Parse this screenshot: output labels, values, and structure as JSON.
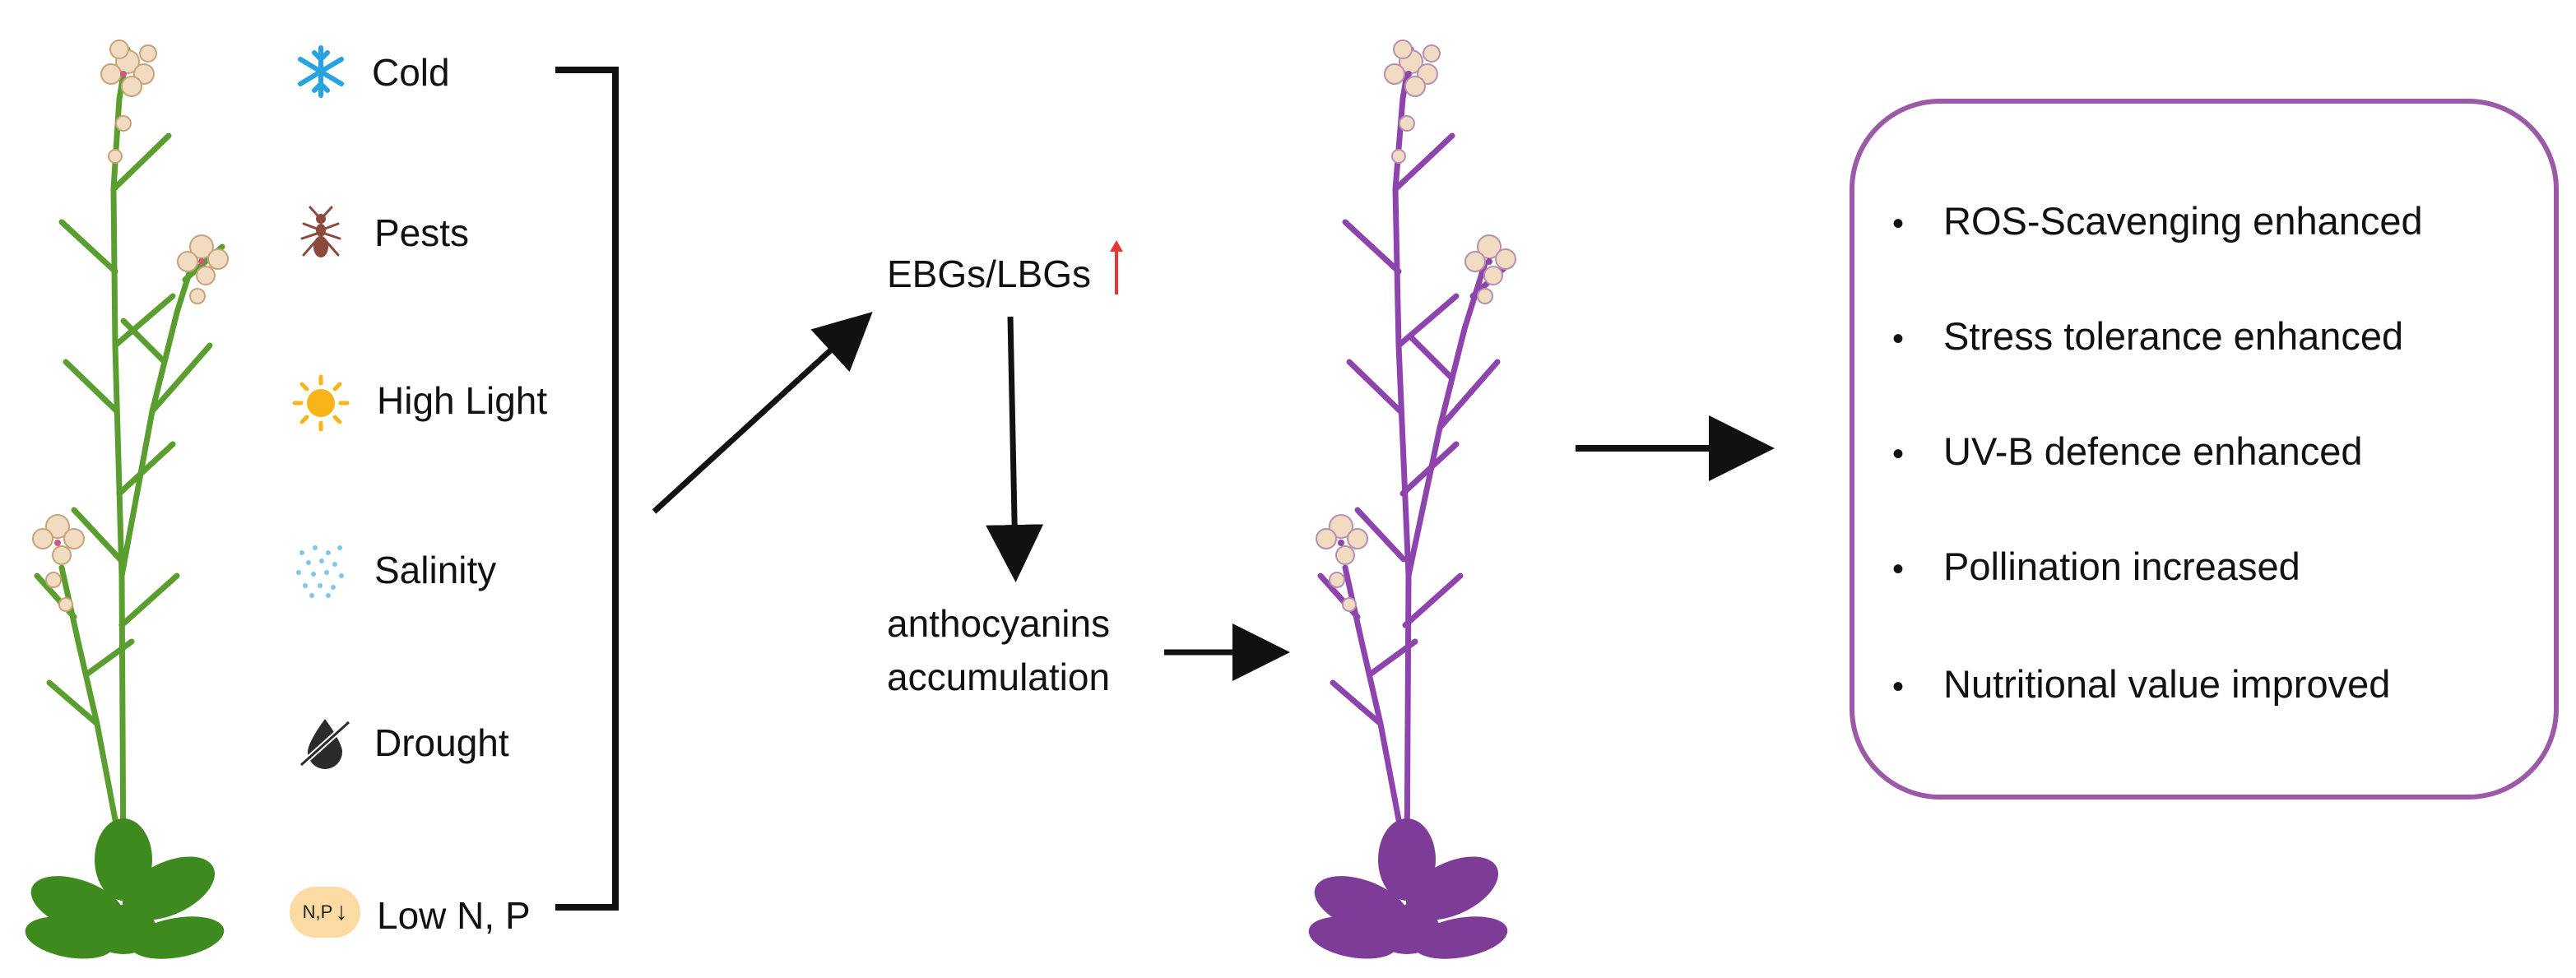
{
  "stresses": [
    {
      "label": "Cold",
      "icon": "snowflake-icon"
    },
    {
      "label": "Pests",
      "icon": "insect-icon"
    },
    {
      "label": "High Light",
      "icon": "sun-icon"
    },
    {
      "label": "Salinity",
      "icon": "salt-dots-icon"
    },
    {
      "label": "Drought",
      "icon": "drought-icon"
    },
    {
      "label": "Low N, P",
      "icon": "nutrient-low-icon",
      "badge": "N,P"
    }
  ],
  "genes": {
    "label": "EBGs/LBGs",
    "trend": "up-arrow",
    "arrow_color": "#e53935"
  },
  "product": {
    "line1": "anthocyanins",
    "line2": "accumulation"
  },
  "effects": [
    "ROS-Scavenging enhanced",
    "Stress tolerance enhanced",
    "UV-B defence enhanced",
    "Pollination increased",
    "Nutritional value improved"
  ],
  "bullet": "•",
  "colors": {
    "normal_plant": "#5a9e2f",
    "normal_leaf": "#3f8a1f",
    "purple_plant": "#8e44ad",
    "purple_leaf": "#7d3c98",
    "box_border": "#9b59a7",
    "arrow": "#111111"
  }
}
